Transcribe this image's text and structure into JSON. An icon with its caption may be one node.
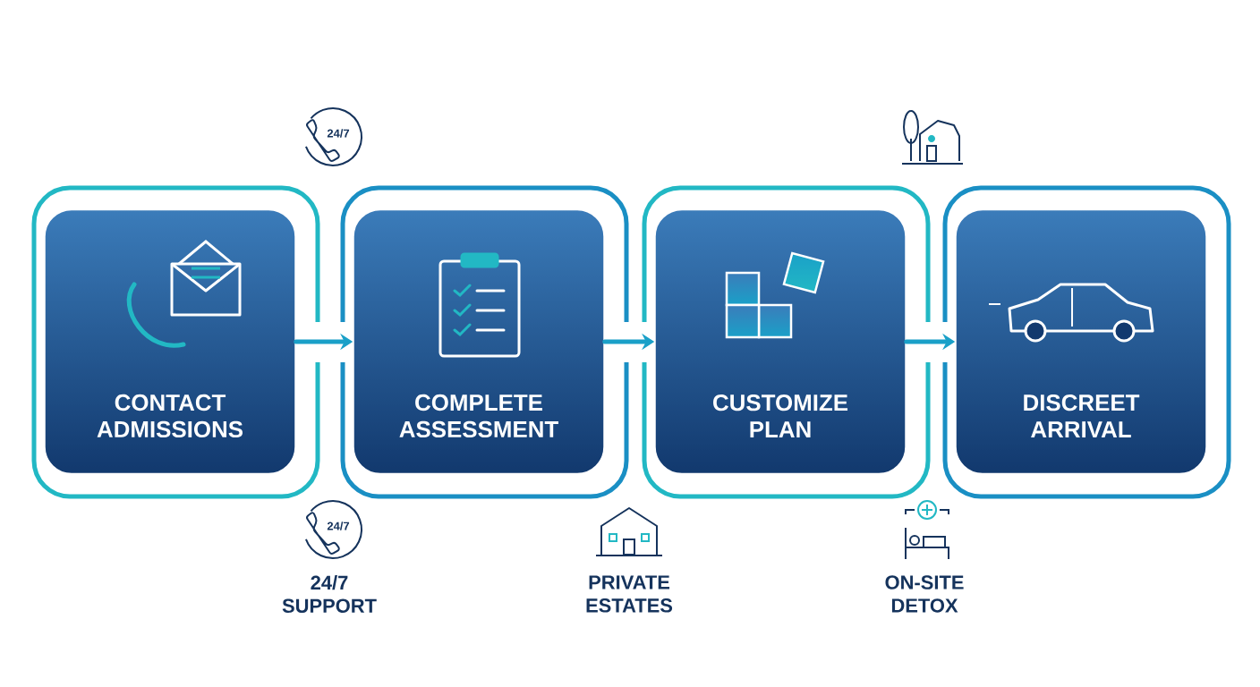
{
  "diagram": {
    "nodes": [
      {
        "text": [
          "CONTACT ADMISSIONS"
        ]
      },
      {
        "text": [
          "COMPLETE ASSESSMENT"
        ]
      },
      {
        "text": [
          "CUSTOMIZE PLAN"
        ]
      },
      {
        "text": [
          "DISCREET ARRIVAL"
        ]
      }
    ],
    "edges": [
      {
        "from": 0,
        "to": 1,
        "arrow": "to"
      },
      {
        "from": 1,
        "to": 2,
        "arrow": "to"
      },
      {
        "from": 2,
        "to": 3,
        "arrow": "to"
      }
    ],
    "labels": [
      "24/7",
      "24/7",
      "24/7 SUPPORT",
      "PRIVATE ESTATES",
      "ON-SITE DETOX"
    ]
  }
}
